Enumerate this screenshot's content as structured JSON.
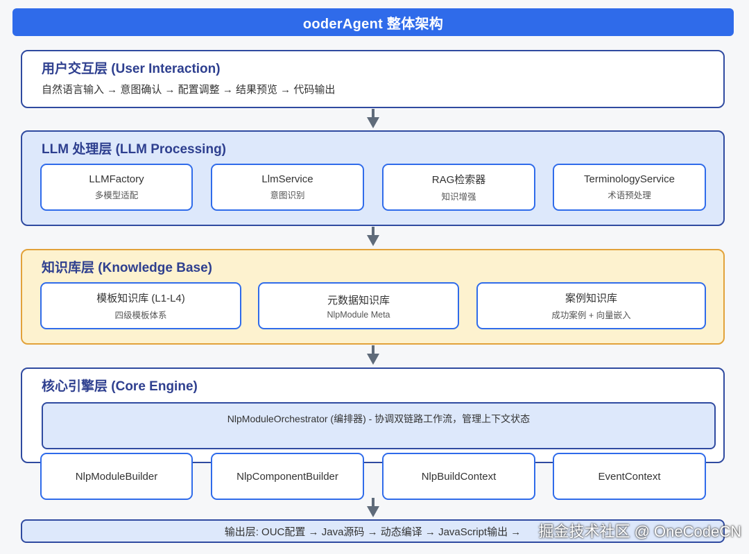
{
  "title": "ooderAgent 整体架构",
  "layers": {
    "user": {
      "title": "用户交互层 (User Interaction)",
      "flow": "自然语言输入 → 意图确认 → 配置调整 → 结果预览 → 代码输出"
    },
    "llm": {
      "title": "LLM 处理层 (LLM Processing)",
      "cards": [
        {
          "name": "LLMFactory",
          "desc": "多模型适配"
        },
        {
          "name": "LlmService",
          "desc": "意图识别"
        },
        {
          "name": "RAG检索器",
          "desc": "知识增强"
        },
        {
          "name": "TerminologyService",
          "desc": "术语预处理"
        }
      ]
    },
    "knowledge": {
      "title": "知识库层 (Knowledge Base)",
      "cards": [
        {
          "name": "模板知识库 (L1-L4)",
          "desc": "四级模板体系"
        },
        {
          "name": "元数据知识库",
          "desc": "NlpModule Meta"
        },
        {
          "name": "案例知识库",
          "desc": "成功案例 + 向量嵌入"
        }
      ]
    },
    "core": {
      "title": "核心引擎层 (Core Engine)",
      "orchestrator": "NlpModuleOrchestrator (编排器) - 协调双链路工作流，管理上下文状态",
      "cards": [
        {
          "name": "NlpModuleBuilder"
        },
        {
          "name": "NlpComponentBuilder"
        },
        {
          "name": "NlpBuildContext"
        },
        {
          "name": "EventContext"
        }
      ]
    },
    "output": {
      "text": "输出层: OUC配置 → Java源码 → 动态编译 → JavaScript输出 →"
    }
  },
  "watermark": "掘金技术社区 @ OneCodeCN",
  "colors": {
    "accent": "#2f6bea",
    "border_navy": "#2f4aa0",
    "layer_blue": "#dde8fb",
    "layer_gold": "#fdf2cf",
    "border_gold": "#e2a23a",
    "arrow": "#5f6b7a"
  }
}
